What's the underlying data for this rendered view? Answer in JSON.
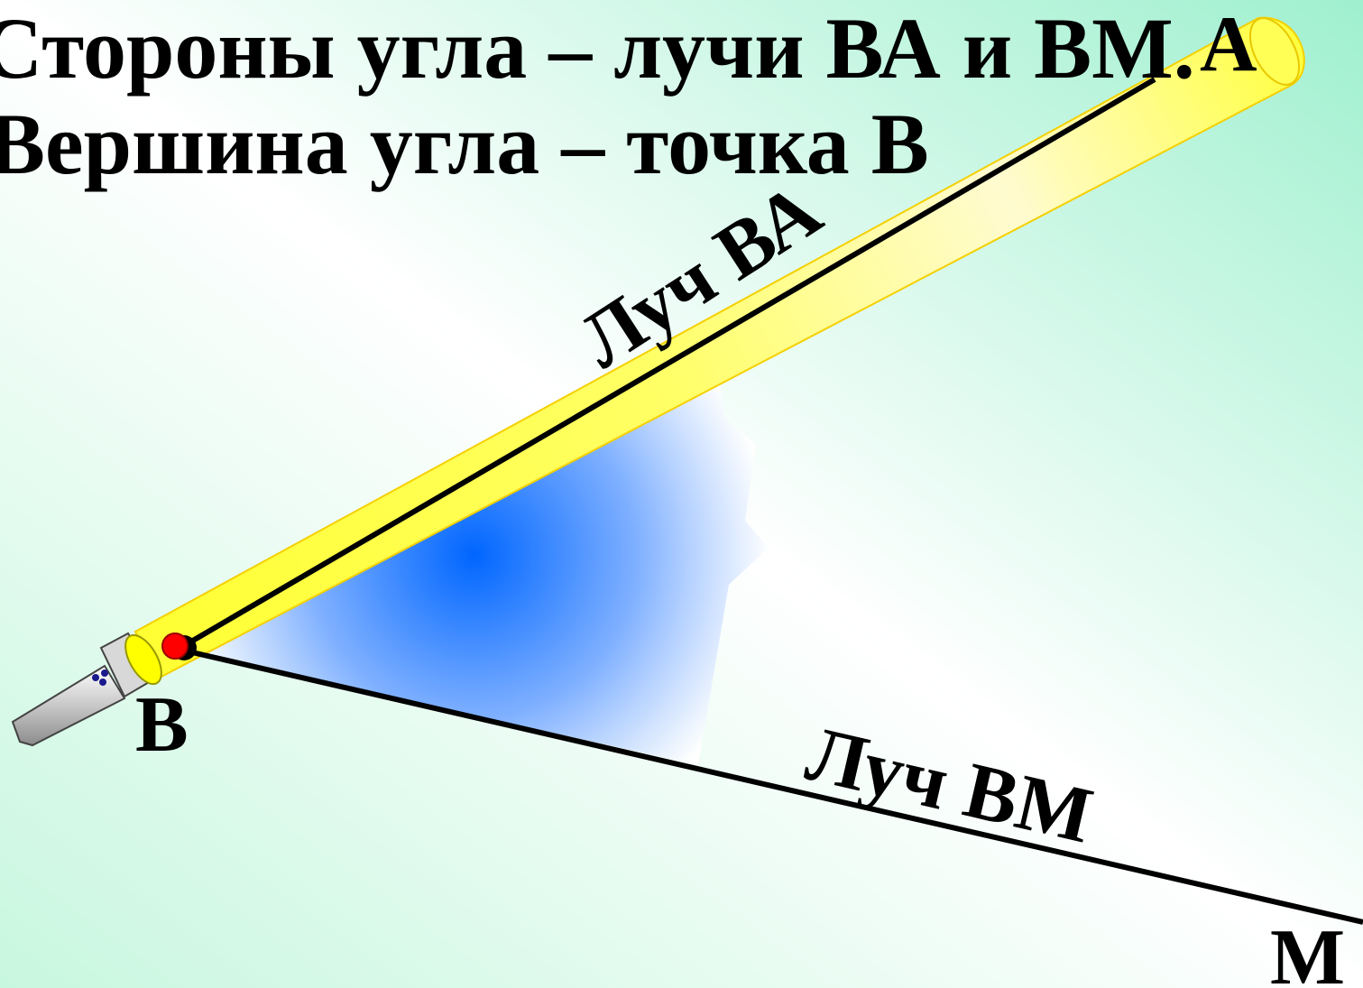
{
  "slide": {
    "heading_line_1": "Стороны угла – лучи ВА и ВМ.",
    "heading_line_2": "Вершина угла – точка В"
  },
  "labels": {
    "point_a": "А",
    "point_b": "В",
    "point_m": "М",
    "ray_ba": "Луч ВА",
    "ray_bm": "Луч ВМ"
  },
  "icons": {
    "flashlight": "flashlight-icon",
    "vertex_marker": "vertex-dot"
  },
  "colors": {
    "background_start": "#a8f0d0",
    "background_end": "#ffffff",
    "light_beam": "#ffff00",
    "angle_fill": "#0066ff",
    "vertex_dot": "#ff0000",
    "ray_line": "#000000"
  }
}
